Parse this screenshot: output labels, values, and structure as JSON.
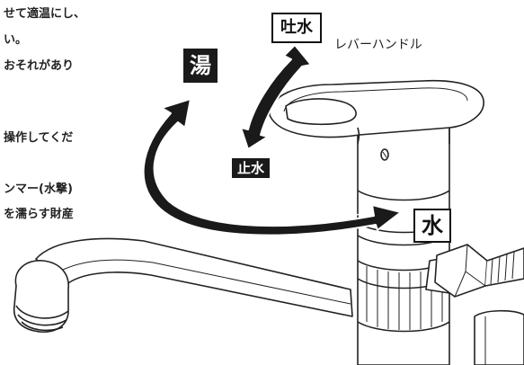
{
  "text_fragments": [
    "せて適温にし、",
    "い。",
    "おそれがあり",
    "操作してくだ",
    "ンマー(水撃)",
    "を濡らす財産"
  ],
  "labels": {
    "discharge": "吐水",
    "hot": "湯",
    "stop": "止水",
    "cold": "水",
    "lever": "レバーハンドル"
  }
}
